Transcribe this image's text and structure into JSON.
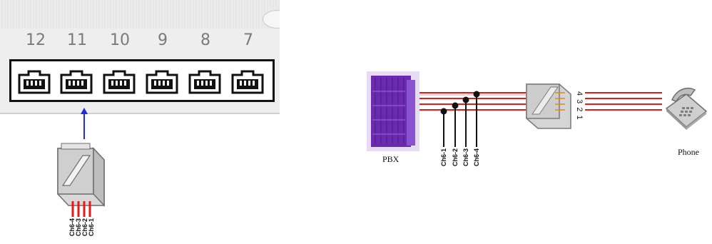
{
  "device": {
    "port_numbers": [
      "12",
      "11",
      "10",
      "9",
      "8",
      "7"
    ]
  },
  "left_plug": {
    "wire_labels": [
      "Ch6-1",
      "Ch6-2",
      "Ch6-3",
      "Ch6-4"
    ]
  },
  "right_diagram": {
    "pbx_label": "PBX",
    "phone_label": "Phone",
    "channel_labels": [
      "Ch6-1",
      "Ch6-2",
      "Ch6-3",
      "Ch6-4"
    ],
    "jack_pins": "4 3 2 1"
  },
  "colors": {
    "wire": "#e21b1b",
    "arrow": "#1e2fd6",
    "pbx": "#6a2bb0",
    "device_frame": "#111111",
    "port_number": "#7a7a7a"
  }
}
